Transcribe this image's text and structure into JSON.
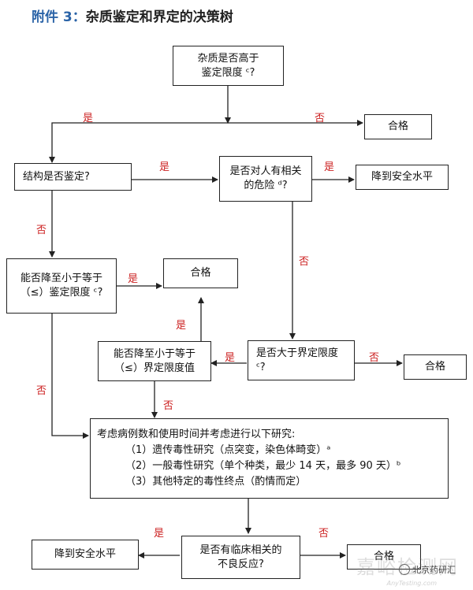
{
  "title": {
    "prefix": "附件 3：",
    "text": "杂质鉴定和界定的决策树"
  },
  "nodes": {
    "q_above_identification": {
      "lines": [
        "杂质是否高于",
        "鉴定限度 ᶜ?"
      ]
    },
    "pass_1": {
      "lines": [
        "合格"
      ]
    },
    "q_structure_identified": {
      "lines": [
        "结构是否鉴定?"
      ]
    },
    "q_human_risk": {
      "lines": [
        "是否对人有相关",
        "的危险 ᵈ?"
      ]
    },
    "reduce_safe_1": {
      "lines": [
        "降到安全水平"
      ]
    },
    "q_reduce_below_ident": {
      "lines": [
        "能否降至小于等于",
        "（≤）鉴定限度 ᶜ?"
      ]
    },
    "pass_2": {
      "lines": [
        "合格"
      ]
    },
    "q_reduce_below_qual": {
      "lines": [
        "能否降至小于等于",
        "（≤）界定限度值"
      ]
    },
    "q_above_qualification": {
      "lines": [
        "是否大于界定限度",
        "ᶜ?"
      ]
    },
    "pass_3": {
      "lines": [
        "合格"
      ]
    },
    "studies": {
      "lines": [
        "考虑病例数和使用时间并考虑进行以下研究:",
        "（1）遗传毒性研究（点突变，染色体畸变）ᵃ",
        "（2）一般毒性研究（单个种类，最少 14 天，最多 90 天）ᵇ",
        "（3）其他特定的毒性终点（酌情而定）"
      ]
    },
    "reduce_safe_2": {
      "lines": [
        "降到安全水平"
      ]
    },
    "q_clinical_adverse": {
      "lines": [
        "是否有临床相关的",
        "不良反应?"
      ]
    },
    "pass_4": {
      "lines": [
        "合格"
      ]
    }
  },
  "edge_labels": [
    {
      "id": "e1",
      "text": "是"
    },
    {
      "id": "e2",
      "text": "否"
    },
    {
      "id": "e3",
      "text": "是"
    },
    {
      "id": "e4",
      "text": "是"
    },
    {
      "id": "e5",
      "text": "否"
    },
    {
      "id": "e6",
      "text": "否"
    },
    {
      "id": "e7",
      "text": "是"
    },
    {
      "id": "e8",
      "text": "否"
    },
    {
      "id": "e9",
      "text": "是"
    },
    {
      "id": "e10",
      "text": "是"
    },
    {
      "id": "e11",
      "text": "否"
    },
    {
      "id": "e12",
      "text": "否"
    },
    {
      "id": "e13",
      "text": "是"
    },
    {
      "id": "e14",
      "text": "否"
    }
  ],
  "watermark": {
    "main": "嘉峪检测网",
    "sub": "AnyTesting.com",
    "tag": "北京药研汇"
  },
  "colors": {
    "title": "#2a63a7",
    "label": "#cc2222",
    "line": "#222222"
  }
}
